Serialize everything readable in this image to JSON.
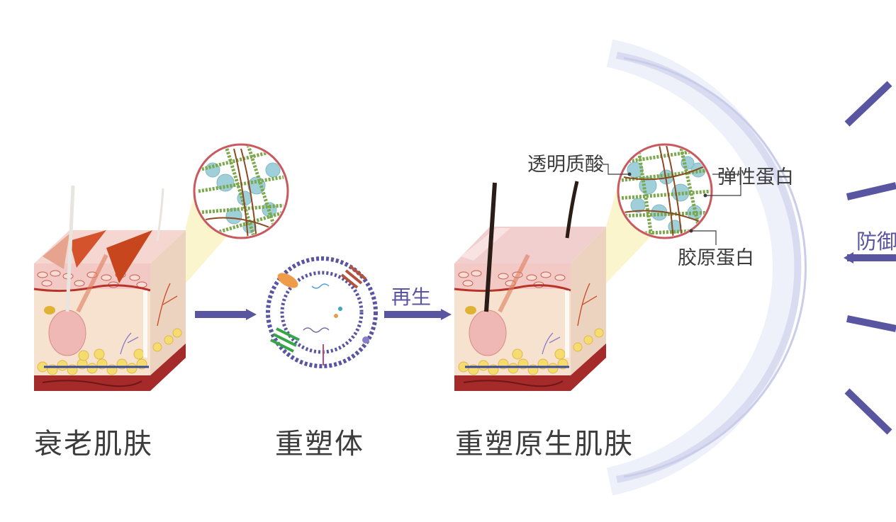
{
  "stages": [
    {
      "id": "aged",
      "label": "衰老肌肤"
    },
    {
      "id": "remodel",
      "label": "重塑体"
    },
    {
      "id": "regen",
      "label": "重塑原生肌肤"
    }
  ],
  "arrow_label": "再生",
  "callouts": {
    "hyaluronic": "透明质酸",
    "elastin": "弹性蛋白",
    "collagen": "胶原蛋白"
  },
  "defense_label": "防御",
  "colors": {
    "accent": "#5a55a0",
    "arc": "#d9dcf0",
    "skin_pink": "#f2c9c4",
    "dermis": "#f6e2cf",
    "fat": "#f4dc6e",
    "wound": "#c8461e",
    "fiber_green": "#7aa84a",
    "hydro_blue": "#9fcfd8"
  }
}
